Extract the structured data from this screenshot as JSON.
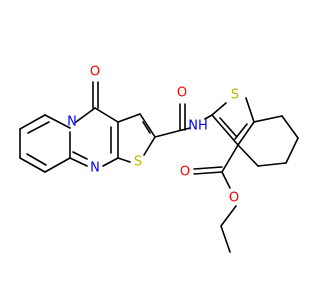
{
  "diagram": {
    "type": "chemical-structure",
    "atoms": [
      {
        "id": "O1",
        "label": "O",
        "color": "#FF0000"
      },
      {
        "id": "N1",
        "label": "N",
        "color": "#0000FF"
      },
      {
        "id": "N2",
        "label": "N",
        "color": "#0000FF"
      },
      {
        "id": "S1",
        "label": "S",
        "color": "#B8B800"
      },
      {
        "id": "O2",
        "label": "O",
        "color": "#FF0000"
      },
      {
        "id": "NH",
        "label": "NH",
        "color": "#0000FF"
      },
      {
        "id": "S2",
        "label": "S",
        "color": "#B8B800"
      },
      {
        "id": "O3",
        "label": "O",
        "color": "#FF0000"
      },
      {
        "id": "O4",
        "label": "O",
        "color": "#FF0000"
      }
    ]
  }
}
